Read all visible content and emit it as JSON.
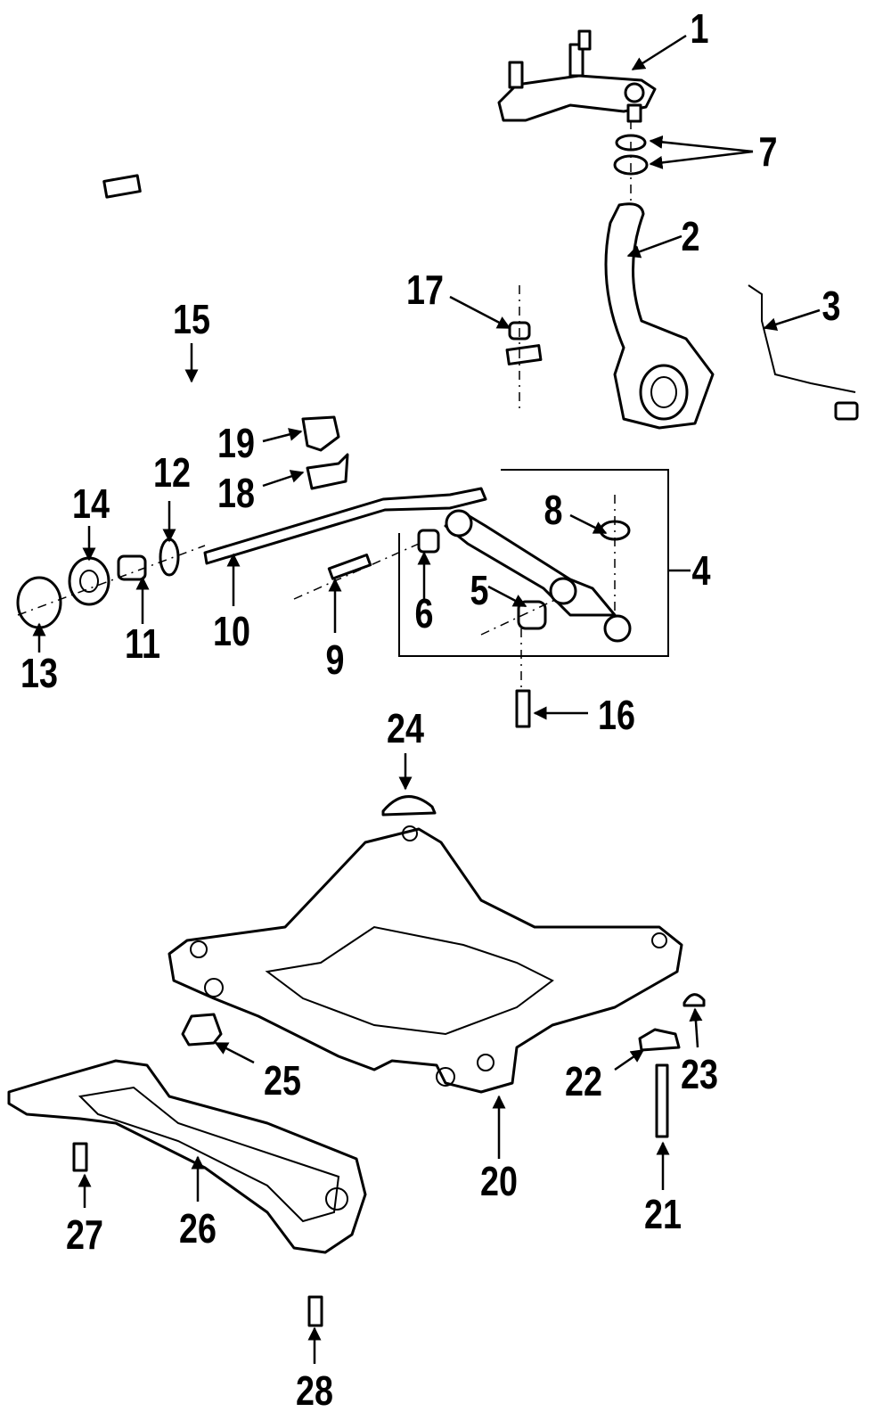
{
  "callouts": [
    {
      "num": "1"
    },
    {
      "num": "2"
    },
    {
      "num": "3"
    },
    {
      "num": "4"
    },
    {
      "num": "5"
    },
    {
      "num": "6"
    },
    {
      "num": "7"
    },
    {
      "num": "8"
    },
    {
      "num": "9"
    },
    {
      "num": "10"
    },
    {
      "num": "11"
    },
    {
      "num": "12"
    },
    {
      "num": "13"
    },
    {
      "num": "14"
    },
    {
      "num": "15"
    },
    {
      "num": "16"
    },
    {
      "num": "17"
    },
    {
      "num": "18"
    },
    {
      "num": "19"
    },
    {
      "num": "20"
    },
    {
      "num": "21"
    },
    {
      "num": "22"
    },
    {
      "num": "23"
    },
    {
      "num": "24"
    },
    {
      "num": "25"
    },
    {
      "num": "26"
    },
    {
      "num": "27"
    },
    {
      "num": "28"
    }
  ]
}
